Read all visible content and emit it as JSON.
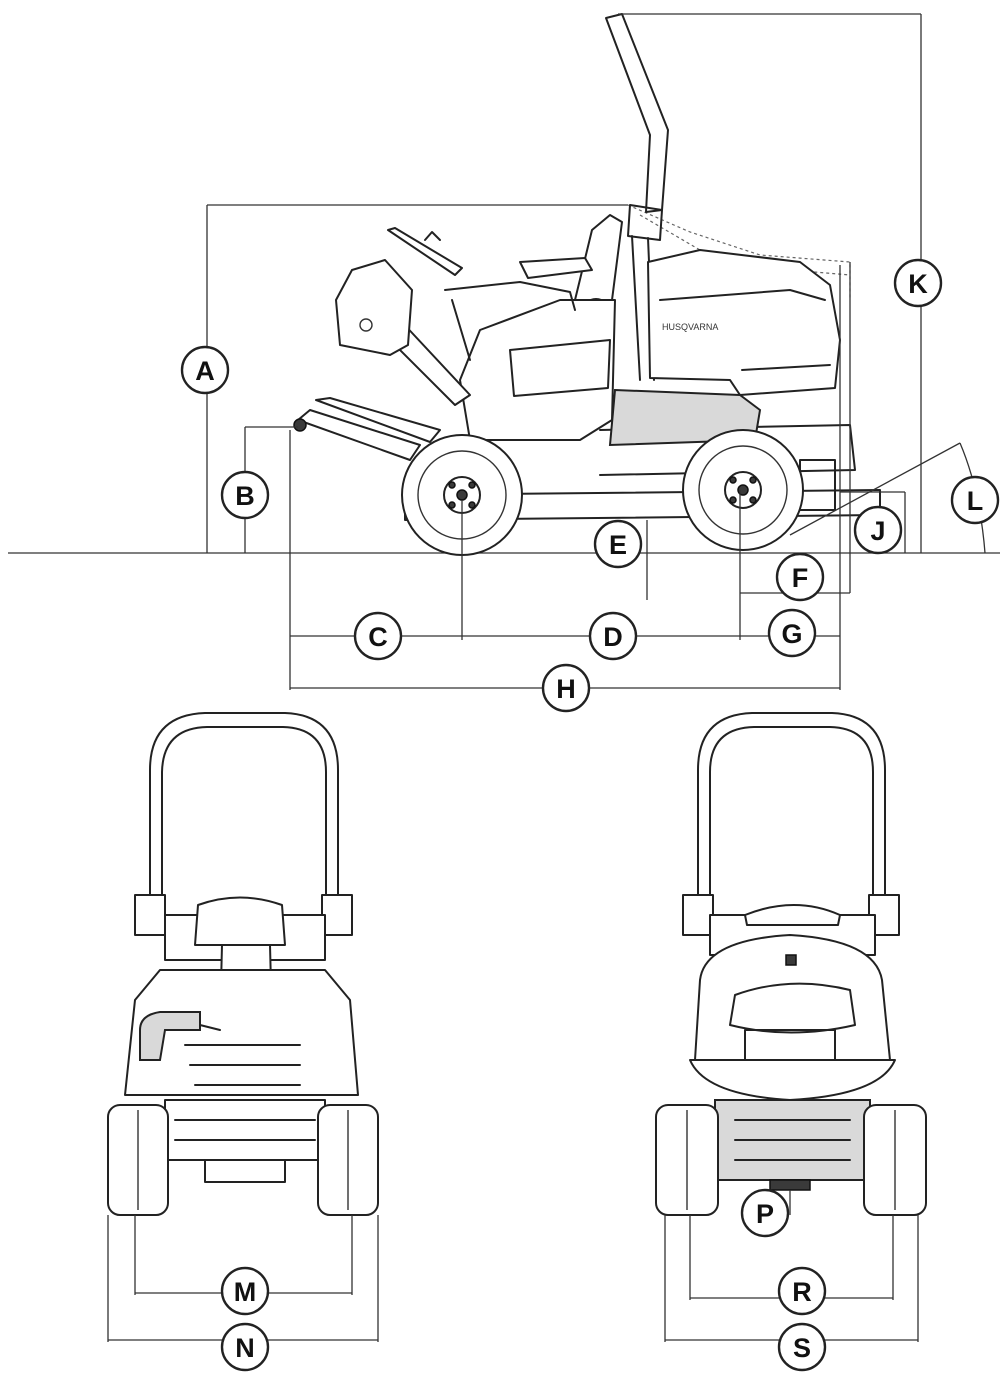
{
  "diagram": {
    "brand_text": "HUSQVARNA",
    "dimension_labels": {
      "A": "A",
      "B": "B",
      "C": "C",
      "D": "D",
      "E": "E",
      "F": "F",
      "G": "G",
      "H": "H",
      "J": "J",
      "K": "K",
      "L": "L",
      "M": "M",
      "N": "N",
      "P": "P",
      "R": "R",
      "S": "S"
    },
    "colors": {
      "line": "#222222",
      "background": "#ffffff"
    }
  }
}
